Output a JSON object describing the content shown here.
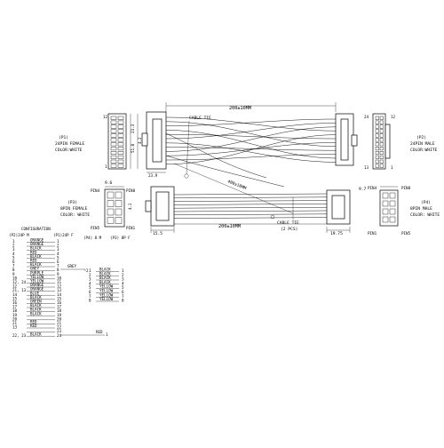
{
  "top": {
    "dim_length": "200±10MM",
    "cable_tie": "CABLE TIE",
    "dim_left": "23.9",
    "dim_vert_a": "51.8",
    "dim_vert_b": "23.3",
    "dim_vert_c": "4.2",
    "p1_label": "(P1)",
    "p1_title": "24PIN FEMALE",
    "p1_color": "COLOR:WHITE",
    "p2_label": "(P2)",
    "p2_title": "24PIN MALE",
    "p2_color": "COLOR:WHITE",
    "pin_12": "12",
    "pin_1": "1",
    "pin_24": "24",
    "pin_13": "13"
  },
  "middle": {
    "dim_left": "9.6",
    "dim_left_sub": "4.2",
    "dim_right": "9.7",
    "p3_label": "(P3)",
    "p3_title": "8PIN FEMALE",
    "p3_color": "COLOR: WHITE",
    "p4_label": "(P4)",
    "p4_title": "8PIN MALE",
    "p4_color": "COLOR: WHITE",
    "pin_4": "PIN4",
    "pin_8": "PIN8",
    "pin_1": "PIN1",
    "pin_5": "PIN5",
    "dim_diag": "400±10MM",
    "dim_short": "15.5",
    "dim_length": "200±10MM",
    "cable_tie": "CABLE TIE",
    "cable_tie_count": "(2 PCS)",
    "dim_end": "19.75"
  },
  "config": {
    "title": "CONFIGURATION",
    "col_p2": "(P2)24P M",
    "col_p1": "(P1)24P F",
    "col_p4": "(P4) 8 M",
    "col_p3": "(P3) 8P F",
    "rows_24": [
      {
        "left": "1",
        "color": "ORANGE",
        "right": "1"
      },
      {
        "left": "2",
        "color": "ORANGE",
        "right": "2"
      },
      {
        "left": "3",
        "color": "BLACK",
        "right": "3"
      },
      {
        "left": "4",
        "color": "RED",
        "right": "4"
      },
      {
        "left": "5",
        "color": "BLACK",
        "right": "5"
      },
      {
        "left": "6",
        "color": "RED",
        "right": "6"
      },
      {
        "left": "7",
        "color": "BLACK",
        "right": "7"
      },
      {
        "left": "8",
        "color": "GREY",
        "right": "8"
      },
      {
        "left": "9",
        "color": "PURPLE",
        "right": "9"
      },
      {
        "left": "10",
        "color": "YELLOW",
        "right": "10"
      },
      {
        "left": "12, 24",
        "color": "YELLOW",
        "right": "11"
      },
      {
        "left": "12",
        "color": "ORANGE",
        "right": "12"
      },
      {
        "left": "21, 13",
        "color": "ORANGE",
        "right": "13"
      },
      {
        "left": "14",
        "color": "BLUE",
        "right": "14"
      },
      {
        "left": "15",
        "color": "BLACK",
        "right": "15"
      },
      {
        "left": "16",
        "color": "GREEN",
        "right": "16"
      },
      {
        "left": "17",
        "color": "BLACK",
        "right": "17"
      },
      {
        "left": "18",
        "color": "BLACK",
        "right": "18"
      },
      {
        "left": "19",
        "color": "BLACK",
        "right": "19"
      },
      {
        "left": "20",
        "color": "",
        "right": "20"
      },
      {
        "left": "21",
        "color": "RED",
        "right": "21"
      },
      {
        "left": "13",
        "color": "RED",
        "right": "22"
      },
      {
        "left": "",
        "color": "",
        "right": "23"
      },
      {
        "left": "22, 23",
        "color": "BLACK",
        "right": "24"
      }
    ],
    "rows_8": [
      {
        "left": "1",
        "color": "BLACK",
        "right": "1"
      },
      {
        "left": "2",
        "color": "BLACK",
        "right": "2"
      },
      {
        "left": "3",
        "color": "BLACK",
        "right": "3"
      },
      {
        "left": "4",
        "color": "BLACK",
        "right": "4"
      },
      {
        "left": "5",
        "color": "YELLOW",
        "right": "5"
      },
      {
        "left": "6",
        "color": "YELLOW",
        "right": "6"
      },
      {
        "left": "7",
        "color": "YELLOW",
        "right": "7"
      },
      {
        "left": "8",
        "color": "YELLOW",
        "right": "8"
      }
    ],
    "grey_label": "GREY",
    "grey_pin": "2",
    "red_label": "RED",
    "red_pin": "1"
  }
}
